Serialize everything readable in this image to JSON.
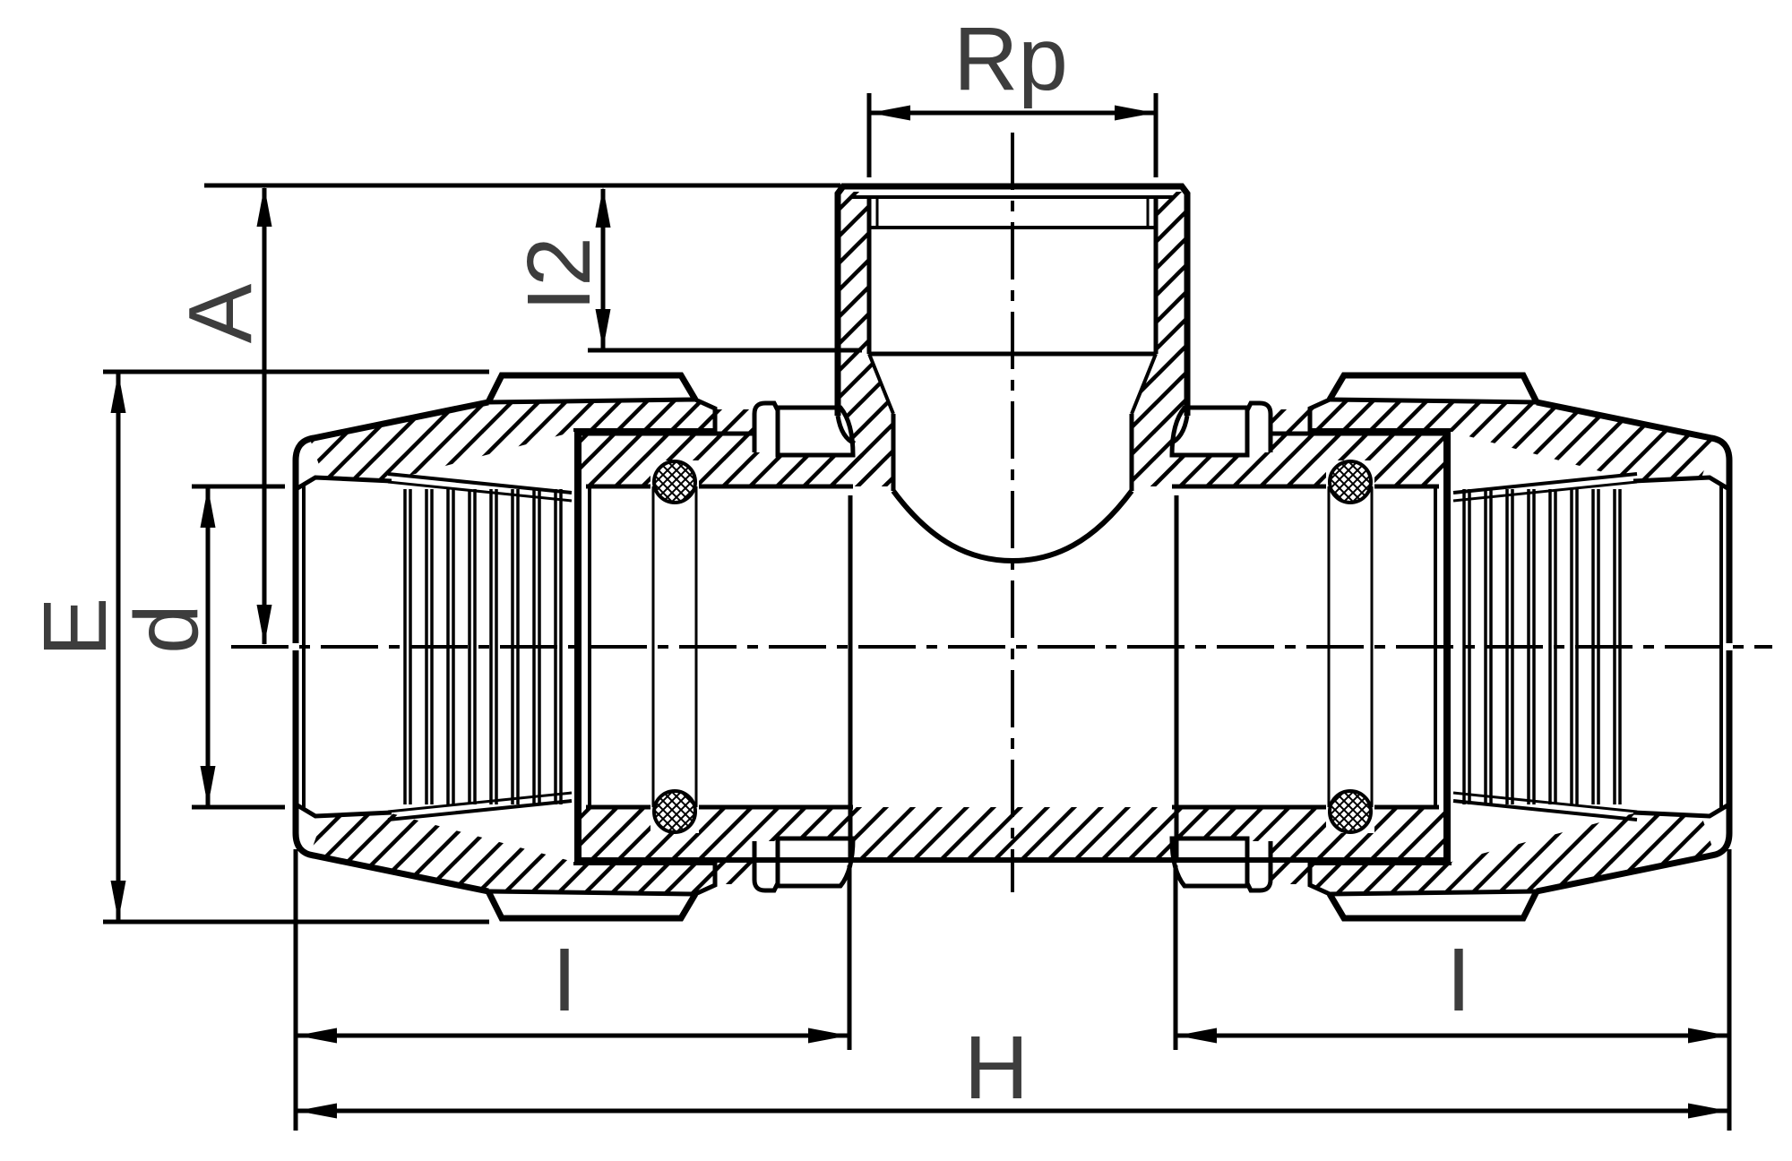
{
  "drawing": {
    "kind": "engineering-cross-section",
    "dimension_labels": {
      "rp": "Rp",
      "i2": "I2",
      "a": "A",
      "e": "E",
      "d": "d",
      "i_left": "I",
      "i_right": "I",
      "h": "H"
    },
    "colors": {
      "line": "#000000",
      "dimension_text": "#3d3d3d",
      "background": "#ffffff"
    }
  }
}
